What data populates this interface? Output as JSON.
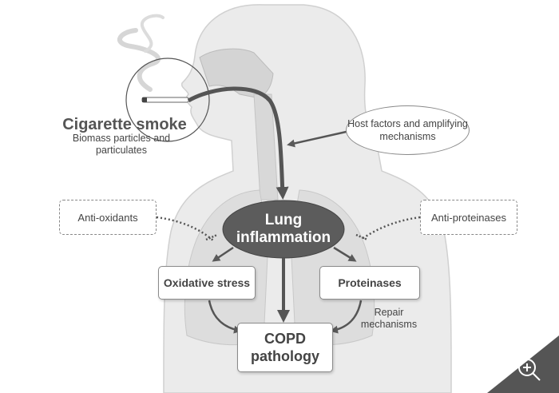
{
  "source": {
    "title": "Cigarette smoke",
    "subtitle": "Biomass particles and particulates"
  },
  "host_factors": "Host factors and amplifying mechanisms",
  "center": "Lung inflammation",
  "anti_oxidants": "Anti-oxidants",
  "anti_proteinases": "Anti-proteinases",
  "oxidative_stress": "Oxidative stress",
  "proteinases": "Proteinases",
  "repair": "Repair mechanisms",
  "outcome": "COPD pathology",
  "colors": {
    "arrow": "#5a5a5a",
    "center_fill": "#5c5c5c",
    "silhouette": "#e3e3e3"
  },
  "icons": [
    "zoom-in-icon"
  ]
}
